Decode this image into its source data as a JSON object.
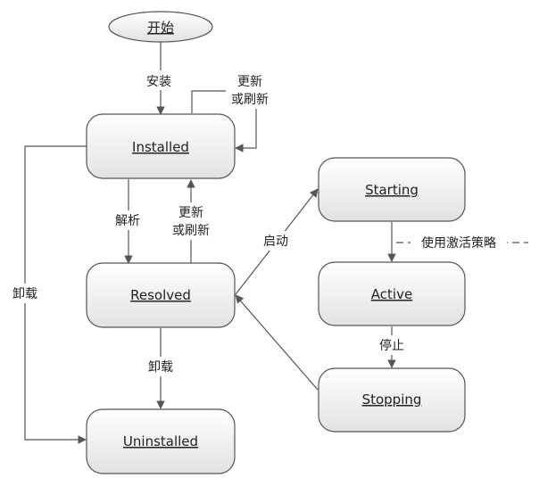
{
  "nodes": {
    "start": "开始",
    "installed": "Installed",
    "resolved": "Resolved",
    "uninstalled": "Uninstalled",
    "starting": "Starting",
    "active": "Active",
    "stopping": "Stopping"
  },
  "edges": {
    "install": "安装",
    "update_refresh_top_1": "更新",
    "update_refresh_top_2": "或刷新",
    "resolve": "解析",
    "update_refresh_mid_1": "更新",
    "update_refresh_mid_2": "或刷新",
    "uninstall_left": "卸载",
    "uninstall_center": "卸载",
    "start": "启动",
    "activation_policy": "使用激活策略",
    "stop": "停止"
  },
  "colors": {
    "node_fill_top": "#ffffff",
    "node_fill_bottom": "#e2e2e2",
    "node_stroke": "#555555",
    "edge_stroke": "#555555"
  }
}
